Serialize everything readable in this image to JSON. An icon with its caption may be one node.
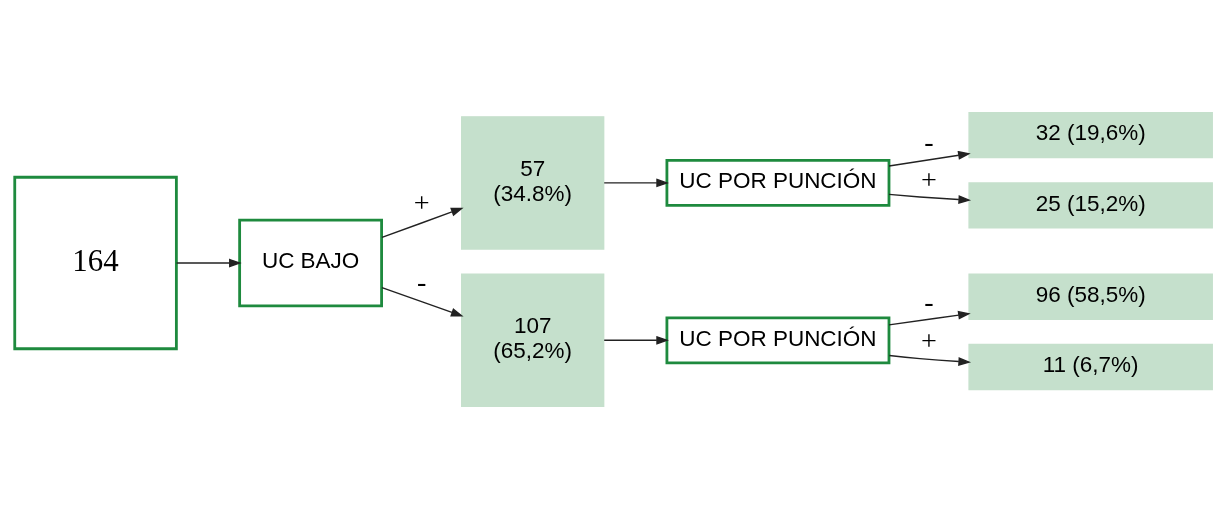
{
  "diagram": {
    "nodes": [
      {
        "text": [
          "164"
        ]
      },
      {
        "text": [
          "UC BAJO"
        ]
      },
      {
        "text": [
          "57 (34.8%)"
        ]
      },
      {
        "text": [
          "107 (65,2%)"
        ]
      },
      {
        "text": [
          "UC POR PUNCIÓN"
        ]
      },
      {
        "text": [
          "UC POR PUNCIÓN"
        ]
      },
      {
        "text": [
          "32 (19,6%)"
        ]
      },
      {
        "text": [
          "25 (15,2%)"
        ]
      },
      {
        "text": [
          "96 (58,5%)"
        ]
      },
      {
        "text": [
          "11 (6,7%)"
        ]
      }
    ],
    "edges": [
      {
        "from": 0,
        "to": 1,
        "arrow": "to"
      },
      {
        "from": 1,
        "to": 2,
        "arrow": "to",
        "label": "+"
      },
      {
        "from": 1,
        "to": 3,
        "arrow": "to",
        "label": "-"
      },
      {
        "from": 2,
        "to": 4,
        "arrow": "to"
      },
      {
        "from": 3,
        "to": 5,
        "arrow": "to"
      },
      {
        "from": 4,
        "to": 6,
        "arrow": "to",
        "label": "-"
      },
      {
        "from": 4,
        "to": 7,
        "arrow": "to",
        "label": "+"
      },
      {
        "from": 5,
        "to": 8,
        "arrow": "to",
        "label": "-"
      },
      {
        "from": 5,
        "to": 9,
        "arrow": "to",
        "label": "+"
      }
    ]
  }
}
